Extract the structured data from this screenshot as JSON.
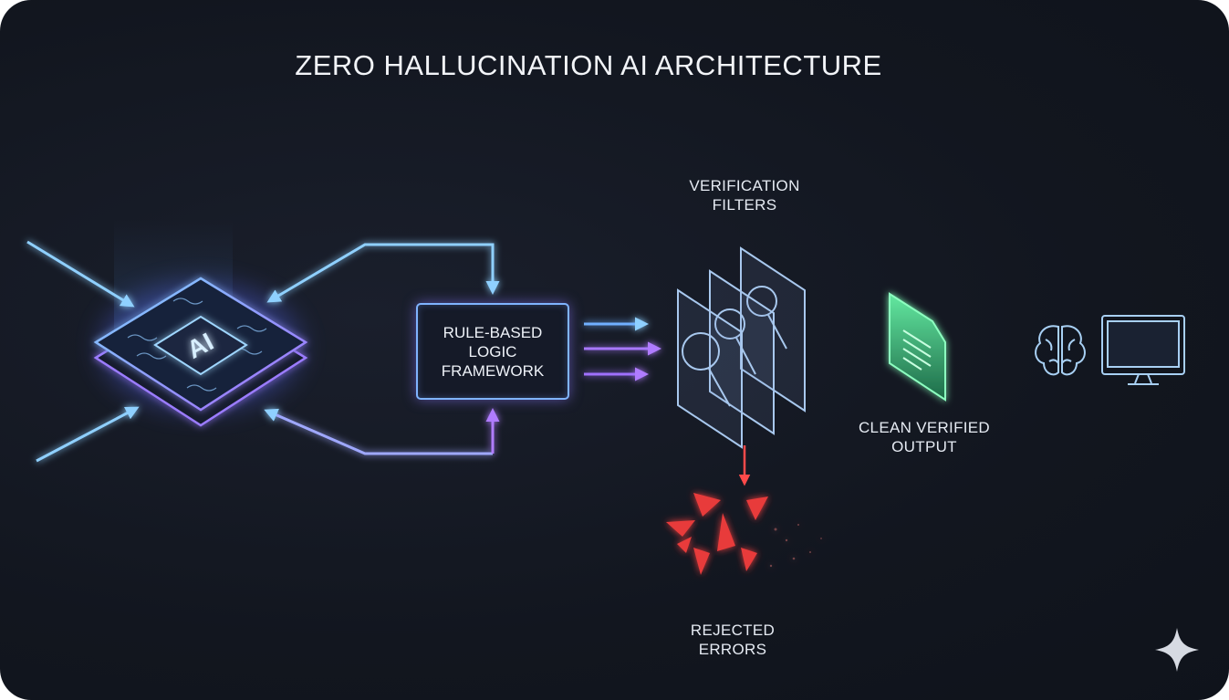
{
  "title": "ZERO HALLUCINATION AI ARCHITECTURE",
  "chip": {
    "label": "AI"
  },
  "logic_box": {
    "lines": [
      "RULE-BASED",
      "LOGIC",
      "FRAMEWORK"
    ]
  },
  "verification": {
    "lines": [
      "VERIFICATION",
      "FILTERS"
    ]
  },
  "output": {
    "lines": [
      "CLEAN VERIFIED",
      "OUTPUT"
    ]
  },
  "rejected": {
    "lines": [
      "REJECTED",
      "ERRORS"
    ]
  },
  "colors": {
    "background": "#12161f",
    "cyan": "#7cc4ff",
    "purple": "#9b6bff",
    "green": "#5ef0a0",
    "red": "#ff4a4a"
  }
}
